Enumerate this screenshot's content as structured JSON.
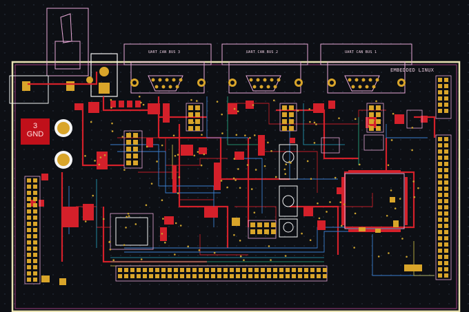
{
  "board": {
    "connectors": [
      {
        "label": "UART CAN BUS 3"
      },
      {
        "label": "UART CAN BUS 2"
      },
      {
        "label": "UART CAN BUS 1"
      }
    ],
    "corner_label": "EMBEDDED LINUX",
    "badge": {
      "number": "3",
      "text": "GND"
    }
  },
  "colors": {
    "background": "#0d0f14",
    "top_copper": "#d4202a",
    "bottom_copper": "#3a7fd0",
    "silkscreen": "#e8a9d7",
    "pad": "#d9a52a",
    "board_edge": "#e9e2b2",
    "inner_trace": "#2bb58a"
  }
}
